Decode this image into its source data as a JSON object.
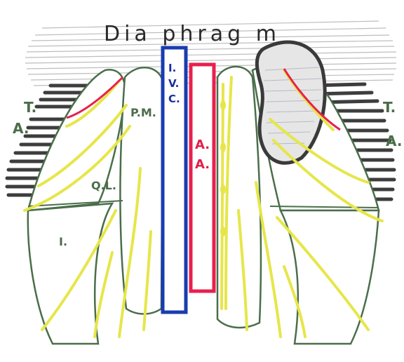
{
  "title": "Dia phrag m",
  "labels": {
    "ivc": [
      "I.",
      "V.",
      "C."
    ],
    "aa": [
      "A.",
      "A."
    ],
    "psoas": "P.M.",
    "quadratus": "Q.L.",
    "iliacus": "I.",
    "ta_left": [
      "T.",
      "A."
    ],
    "ta_right": [
      "T.",
      "A."
    ]
  },
  "colors": {
    "muscle_outline": "#4a6e4a",
    "nerve": "#e8e84a",
    "ivc": "#1a3cb0",
    "aorta": "#e8204e",
    "diaphragm": "#c8c8c8",
    "ta_stripes": "#444444",
    "kidney_outline": "#3a3a3a"
  }
}
